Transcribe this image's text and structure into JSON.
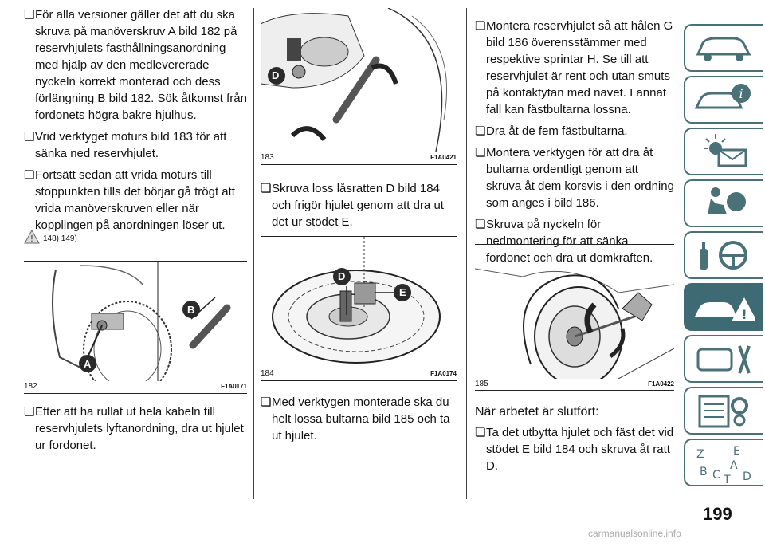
{
  "col1": {
    "items_top": [
      "För alla versioner gäller det att du ska skruva på manöverskruv A bild 182 på reservhjulets fasthållningsanordning med hjälp av den medlevererade nyckeln korrekt monterad och dess förlängning B bild 182. Sök åtkomst från fordonets högra bakre hjulhus.",
      "Vrid verktyget moturs bild 183 för att sänka ned reservhjulet.",
      "Fortsätt sedan att vrida moturs till stoppunkten tills det börjar gå trögt att vrida manöverskruven eller när kopplingen på anordningen löser ut."
    ],
    "warning_note": "148) 149)",
    "figure": {
      "number": "182",
      "code": "F1A0171",
      "label_a": "A",
      "label_b": "B"
    },
    "items_bottom": [
      "Efter att ha rullat ut hela kabeln till reservhjulets lyftanordning, dra ut hjulet ur fordonet."
    ]
  },
  "col2": {
    "figure_top": {
      "number": "183",
      "code": "F1A0421",
      "label_d": "D"
    },
    "items_mid": [
      "Skruva loss låsratten D bild 184 och frigör hjulet genom att dra ut det ur stödet E."
    ],
    "figure_mid": {
      "number": "184",
      "code": "F1A0174",
      "label_d": "D",
      "label_e": "E"
    },
    "items_bottom": [
      "Med verktygen monterade ska du helt lossa bultarna bild 185 och ta ut hjulet."
    ]
  },
  "col3": {
    "items_top": [
      "Montera reservhjulet så att hålen G bild 186 överensstämmer med respektive sprintar H. Se till att reservhjulet är rent och utan smuts på kontaktytan med navet. I annat fall kan fästbultarna lossna.",
      "Dra åt de fem fästbultarna.",
      "Montera verktygen för att dra åt bultarna ordentligt genom att skruva åt dem korsvis i den ordning som anges i bild 186.",
      "Skruva på nyckeln för nedmontering för att sänka fordonet och dra ut domkraften."
    ],
    "figure": {
      "number": "185",
      "code": "F1A0422"
    },
    "subheading": "När arbetet är slutfört:",
    "items_bottom": [
      "Ta det utbytta hjulet och fäst det vid stödet E bild 184 och skruva åt ratt D."
    ]
  },
  "sidebar": {
    "tabs": [
      "car-dashboard-icon",
      "car-info-icon",
      "lights-envelope-icon",
      "airbag-seat-icon",
      "steering-oil-icon",
      "emergency-car-icon",
      "car-tools-icon",
      "specs-gear-icon",
      "alphabet-index-icon"
    ],
    "active_index": 5,
    "index_letters": [
      "Z",
      "E",
      "B",
      "A",
      "C",
      "T",
      "D"
    ]
  },
  "page": {
    "number": "199",
    "footer": "carmanualsonline.info"
  },
  "colors": {
    "accent": "#3d6a73",
    "tab_border": "#4a7078",
    "text": "#111111"
  }
}
